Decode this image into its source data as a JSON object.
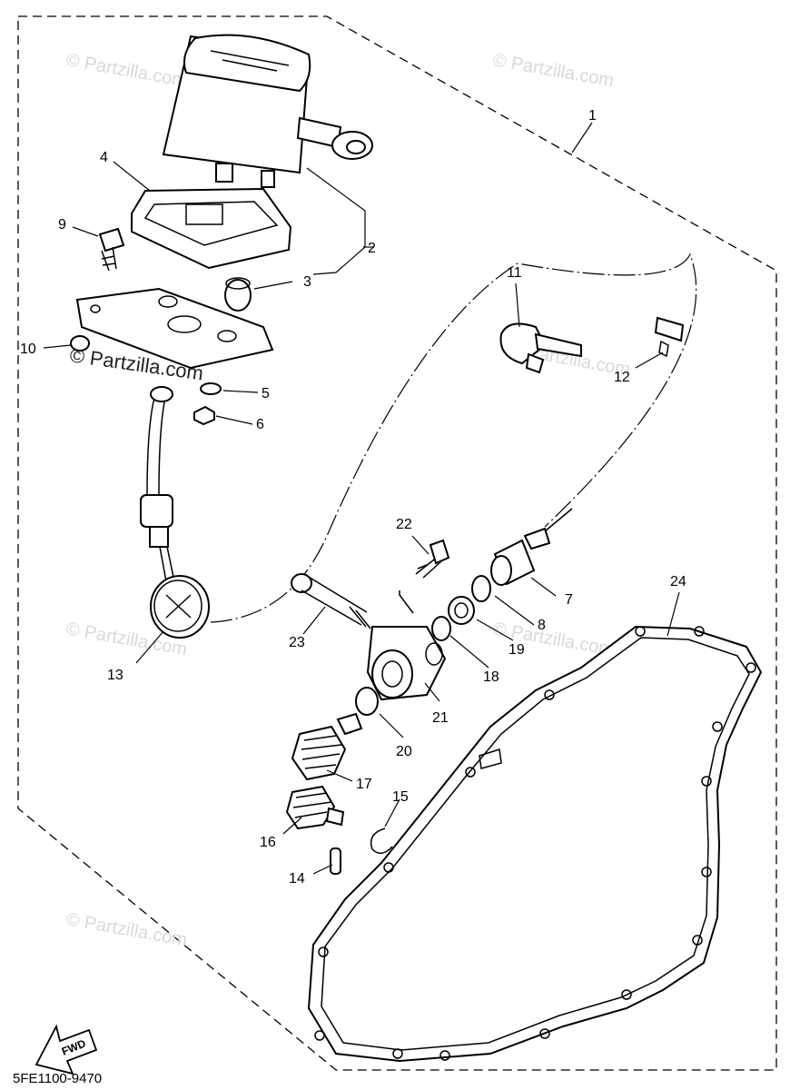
{
  "diagram_code": "5FE1100-9470",
  "fwd_label": "FWD",
  "watermark": "© Partzilla.com",
  "callouts": {
    "p1": "1",
    "p2": "2",
    "p3": "3",
    "p4": "4",
    "p5": "5",
    "p6": "6",
    "p7": "7",
    "p8": "8",
    "p9": "9",
    "p10": "10",
    "p11": "11",
    "p12": "12",
    "p13": "13",
    "p14": "14",
    "p15": "15",
    "p16": "16",
    "p17": "17",
    "p18": "18",
    "p19": "19",
    "p20": "20",
    "p21": "21",
    "p22": "22",
    "p23": "23",
    "p24": "24"
  }
}
